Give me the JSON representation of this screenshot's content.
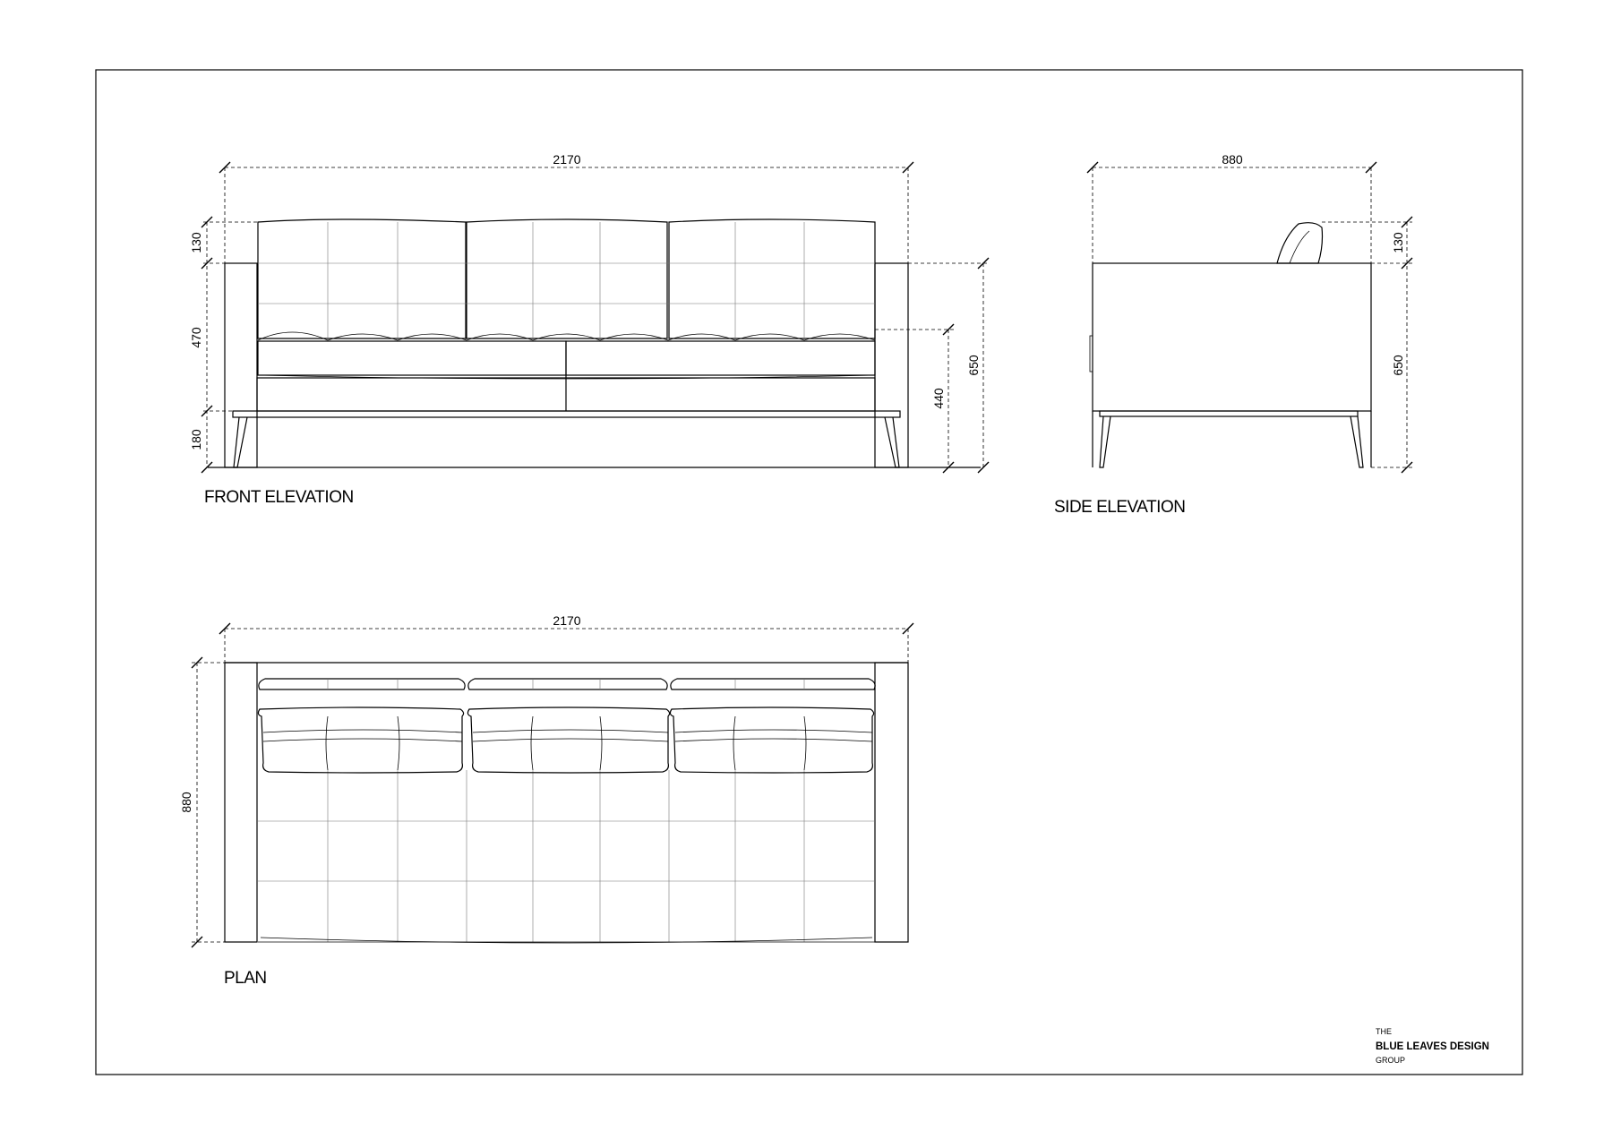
{
  "views": {
    "front": {
      "title": "FRONT ELEVATION"
    },
    "side": {
      "title": "SIDE ELEVATION"
    },
    "plan": {
      "title": "PLAN"
    }
  },
  "dimensions": {
    "front_width": "2170",
    "front_back_cushion": "130",
    "front_back_height": "470",
    "front_leg_height": "180",
    "front_seat_height": "440",
    "front_arm_height": "650",
    "side_depth": "880",
    "side_cushion": "130",
    "side_arm_height": "650",
    "plan_width": "2170",
    "plan_depth": "880"
  },
  "logo": {
    "line1": "THE",
    "line2": "BLUE LEAVES DESIGN",
    "line3": "GROUP"
  }
}
